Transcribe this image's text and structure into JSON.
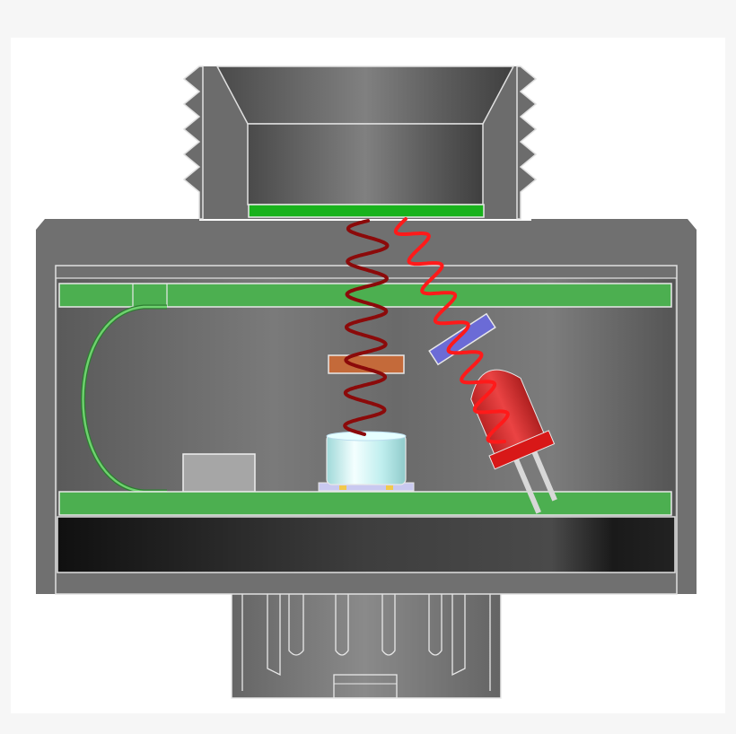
{
  "diagram": {
    "colors": {
      "page_background": "#f6f6f6",
      "canvas_background": "#ffffff",
      "housing_gray": "#6f6f6f",
      "outline": "#e0e0e0",
      "pcb_green": "#4caf50",
      "pcb_edge": "#2e7d32",
      "window_green": "#19b21c",
      "wave_dark_red": "#8b0a0a",
      "wave_red": "#ff1a1a",
      "filter_orange": "#c46a3a",
      "filter_blue": "#6b6bd6",
      "led_red": "#e02020",
      "sensor_cyan": "#c8f4f4",
      "base_black": "#151515"
    },
    "components": [
      {
        "name": "threaded-neck",
        "icon": "thread-profile"
      },
      {
        "name": "optical-window",
        "icon": "green-glass-strip"
      },
      {
        "name": "upper-pcb",
        "icon": "circuit-board"
      },
      {
        "name": "lower-pcb",
        "icon": "circuit-board"
      },
      {
        "name": "flex-cable",
        "icon": "curved-ribbon"
      },
      {
        "name": "smd-chip",
        "icon": "gray-block"
      },
      {
        "name": "photodetector",
        "icon": "cylinder-sensor"
      },
      {
        "name": "optical-filter-orange",
        "icon": "filter-plate"
      },
      {
        "name": "optical-filter-blue",
        "icon": "filter-plate"
      },
      {
        "name": "led-emitter",
        "icon": "led"
      },
      {
        "name": "emitted-light-wave",
        "icon": "wavy-line"
      },
      {
        "name": "reflected-light-wave",
        "icon": "wavy-line"
      },
      {
        "name": "connector-pins",
        "icon": "pin-array"
      }
    ]
  }
}
